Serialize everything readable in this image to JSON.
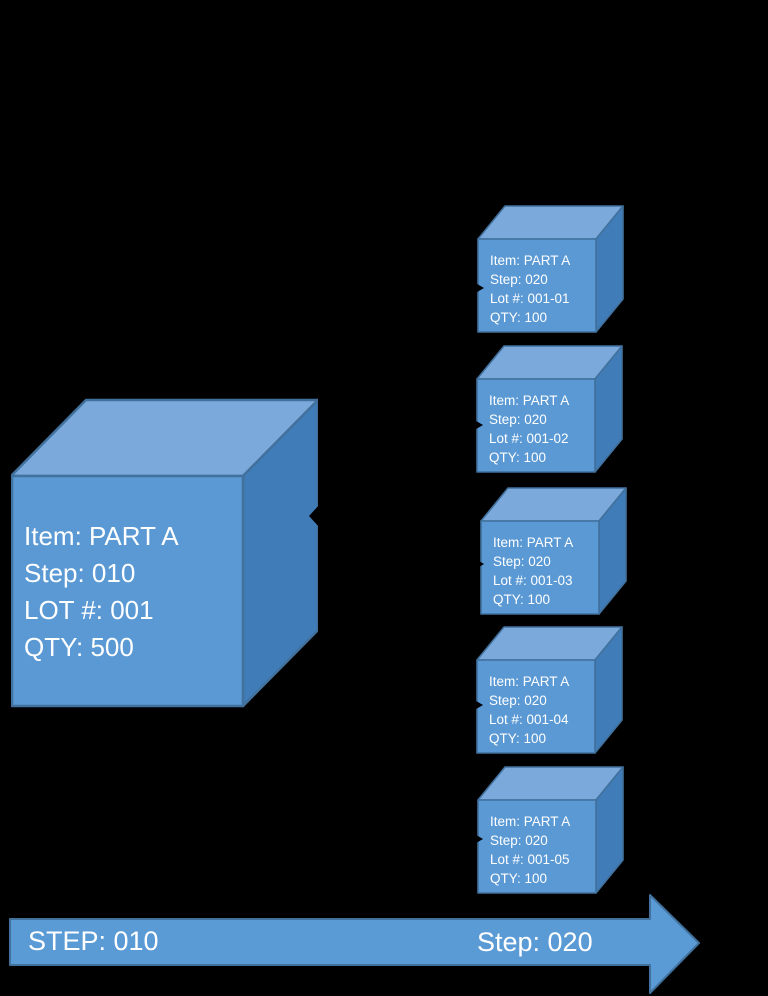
{
  "colors": {
    "background": "#000000",
    "cube_front": "#5A99D4",
    "cube_top": "#7CA9DC",
    "cube_side": "#407CB8",
    "cube_border": "#41719C",
    "arrow_fill": "#5B9BD5",
    "arrow_border": "#41719C",
    "text": "#FFFFFF"
  },
  "source_cube": {
    "lines": [
      "Item: PART A",
      "Step: 010",
      "LOT #: 001",
      "QTY: 500"
    ]
  },
  "split_cubes": [
    {
      "lines": [
        "Item: PART A",
        "Step: 020",
        "Lot #: 001-01",
        "QTY: 100"
      ]
    },
    {
      "lines": [
        "Item: PART A",
        "Step: 020",
        "Lot #: 001-02",
        "QTY: 100"
      ]
    },
    {
      "lines": [
        "Item: PART A",
        "Step: 020",
        "Lot #: 001-03",
        "QTY: 100"
      ]
    },
    {
      "lines": [
        "Item: PART A",
        "Step: 020",
        "Lot #: 001-04",
        "QTY: 100"
      ]
    },
    {
      "lines": [
        "Item: PART A",
        "Step: 020",
        "Lot #: 001-05",
        "QTY: 100"
      ]
    }
  ],
  "timeline": {
    "left_label": "STEP: 010",
    "right_label": "Step: 020"
  }
}
